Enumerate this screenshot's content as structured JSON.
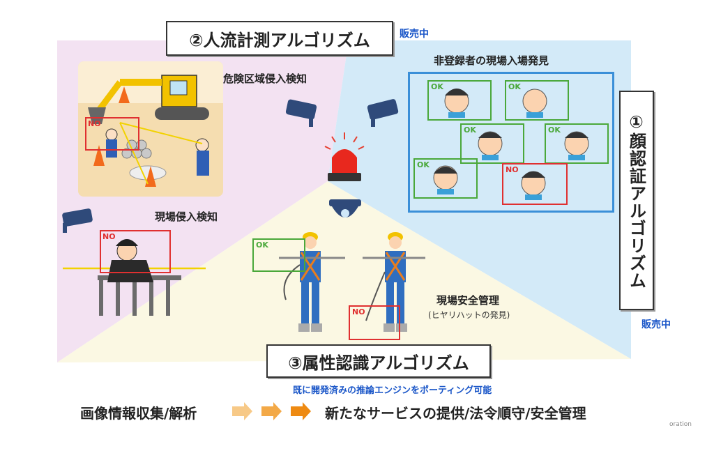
{
  "algorithms": {
    "people_flow": {
      "title": "②人流計測アルゴリズム",
      "status": "販売中"
    },
    "face": {
      "title": "①顔認証アルゴリズム",
      "status": "販売中"
    },
    "attribute": {
      "title": "③属性認識アルゴリズム"
    }
  },
  "labels": {
    "danger_zone": "危険区域侵入検知",
    "site_intrusion": "現場侵入検知",
    "unregistered": "非登録者の現場入場発見",
    "safety": "現場安全管理",
    "safety_sub": "(ヒヤリハットの発見)"
  },
  "tags": {
    "ok": "OK",
    "no": "NO"
  },
  "footer": {
    "engine_note": "既に開発済みの推論エンジンをポーティング可能",
    "left": "画像情報収集/解析",
    "right": "新たなサービスの提供/法令順守/安全管理",
    "corner": "oration"
  },
  "colors": {
    "pink": "#f3e2f2",
    "blue": "#cfe8f8",
    "cream": "#fbf8e3",
    "ok": "#4aa83a",
    "no": "#e03030",
    "accent_blue": "#1a56c8"
  }
}
